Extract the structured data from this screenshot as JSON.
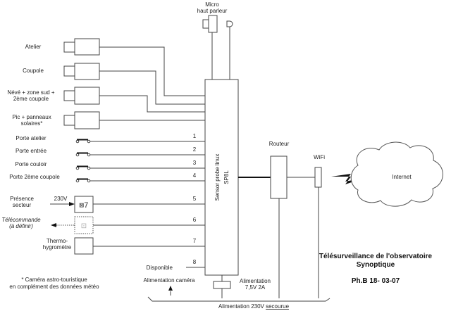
{
  "title": {
    "line1": "Télésurveillance de l'observatoire",
    "line2": "Synoptique",
    "author_date": "Ph.B 18- 03-07"
  },
  "micro": {
    "label_line1": "Micro",
    "label_line2": "haut parleur",
    "icon": "speaker-icon",
    "icon2": "microphone-icon"
  },
  "cameras": [
    {
      "label_lines": [
        "Atelier"
      ],
      "icon": "camera-icon"
    },
    {
      "label_lines": [
        "Coupole"
      ],
      "icon": "camera-icon"
    },
    {
      "label_lines": [
        "Névé + zone sud +",
        "2ème coupole"
      ],
      "icon": "camera-icon"
    },
    {
      "label_lines": [
        "Pic + panneaux",
        "solaires*"
      ],
      "icon": "camera-icon"
    }
  ],
  "contacts": [
    {
      "label": "Porte atelier",
      "channel": "1",
      "icon": "door-contact-icon"
    },
    {
      "label": "Porte entrée",
      "channel": "2",
      "icon": "door-contact-icon"
    },
    {
      "label": "Porte couloir",
      "channel": "3",
      "icon": "door-contact-icon"
    },
    {
      "label": "Porte 2ème coupole",
      "channel": "4",
      "icon": "door-contact-icon"
    }
  ],
  "sensors": [
    {
      "label_lines": [
        "Présence",
        "secteur"
      ],
      "channel": "5",
      "input_label": "230V",
      "glyph": "⊠7"
    },
    {
      "label_lines": [
        "Télécommande",
        "(à définir)"
      ],
      "channel": "6",
      "italic": true,
      "glyph": "⊡"
    },
    {
      "label_lines": [
        "Thermo-",
        "hygromètre"
      ],
      "channel": "7"
    }
  ],
  "available": {
    "label": "Disponible",
    "channel": "8"
  },
  "probe": {
    "line1": "Sensor probe linux",
    "line2": "SP8L"
  },
  "router": {
    "label": "Routeur"
  },
  "wifi": {
    "label": "WiFi"
  },
  "internet": {
    "label": "Internet"
  },
  "power": {
    "probe_label_line1": "Alimentation",
    "probe_label_line2": "7,5V 2A",
    "camera_label": "Alimentation caméra",
    "mains_label_prefix": "Alimentation 230V ",
    "mains_label_underlined": "secourue"
  },
  "footnote": {
    "line1": "* Caméra astro-touristique",
    "line2": "en complément des données météo"
  }
}
